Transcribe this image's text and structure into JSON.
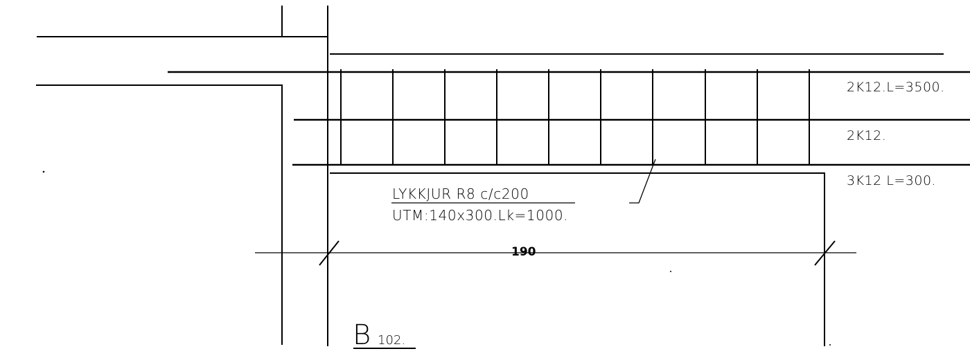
{
  "bars": {
    "top": "2K12.L=3500.",
    "middle": "2K12.",
    "bottom": "3K12 L=300."
  },
  "stirrup_note": {
    "line1": "LYKKJUR R8 c/c200",
    "line2": "UTM:140x300.Lk=1000."
  },
  "dimension": "190",
  "beam": {
    "letter": "B",
    "number": "102."
  }
}
